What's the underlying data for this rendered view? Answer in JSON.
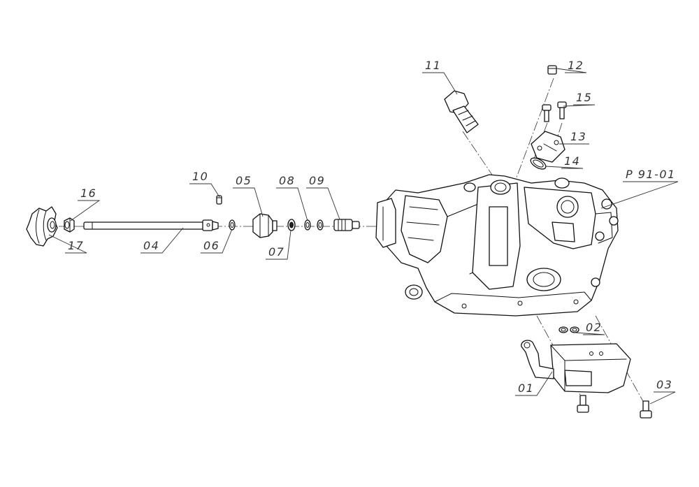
{
  "callouts": {
    "c01": "01",
    "c02": "02",
    "c03": "03",
    "c04": "04",
    "c05": "05",
    "c06": "06",
    "c07": "07",
    "c08": "08",
    "c09": "09",
    "c10": "10",
    "c11": "11",
    "c12": "12",
    "c13": "13",
    "c14": "14",
    "c15": "15",
    "c16": "16",
    "c17": "17",
    "assembly": "P 91-01"
  }
}
